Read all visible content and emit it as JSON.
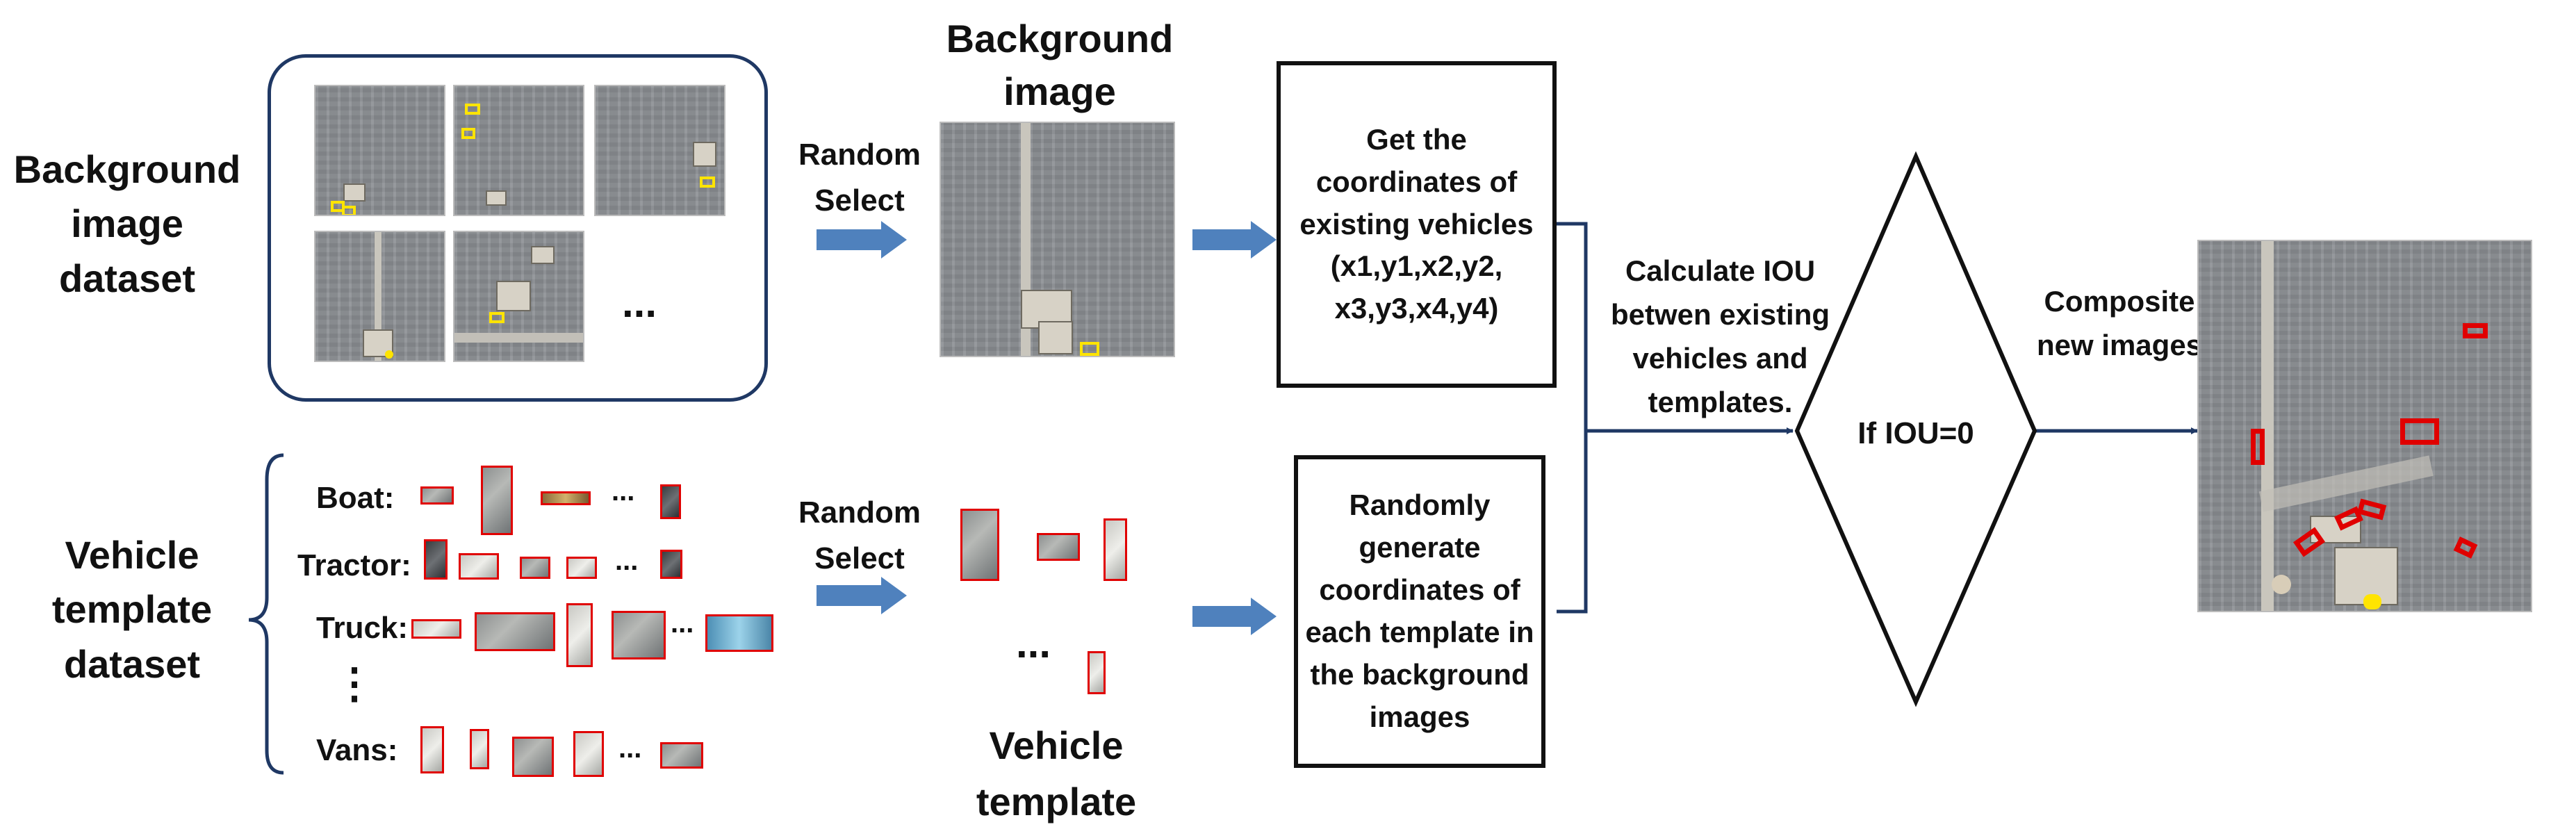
{
  "labels": {
    "background_dataset": "Background image dataset",
    "vehicle_dataset": "Vehicle template dataset",
    "random_select_top": "Random Select",
    "random_select_bottom": "Random Select",
    "background_image": "Background image",
    "vehicle_template": "Vehicle template",
    "get_coordinates": "Get the coordinates of existing vehicles (x1,y1,x2,y2, x3,y3,x4,y4)",
    "random_generate": "Randomly generate coordinates of each template in the background images",
    "calculate_iou": "Calculate IOU betwen existing vehicles and templates.",
    "if_iou": "If IOU=0",
    "composite": "Composite new images",
    "dataset_ellipsis": "...",
    "template_ellipsis": "...",
    "vertical_ellipsis": "⋮"
  },
  "vehicle_categories": [
    "Boat:",
    "Tractor:",
    "Truck:",
    "Vans:"
  ],
  "row_ellipsis": "...",
  "colors": {
    "arrow_blue": "#4f81bd",
    "line_navy": "#1f3864",
    "frame": "#1f3864",
    "red_box": "#e00000",
    "yellow_box": "#ffe400"
  }
}
